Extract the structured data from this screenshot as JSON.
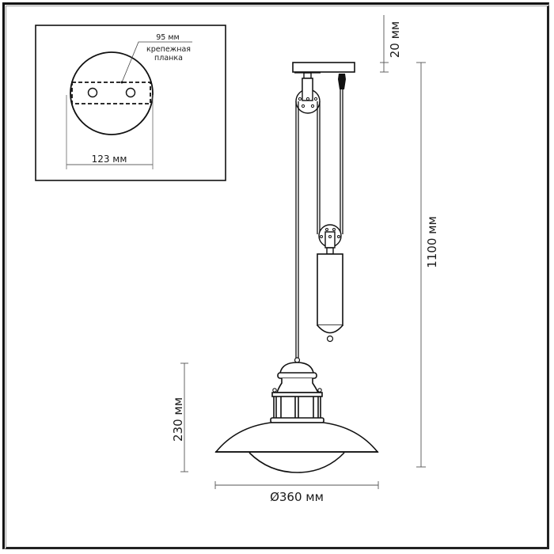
{
  "drawing": {
    "inset": {
      "plate_width_label": "95 мм",
      "plate_name_line1": "крепежная",
      "plate_name_line2": "планка",
      "canopy_diameter_label": "123 мм"
    },
    "dimensions": {
      "canopy_height_label": "20 мм",
      "total_height_label": "1100 мм",
      "shade_height_label": "230 мм",
      "shade_diameter_label": "Ø360 мм"
    }
  },
  "colors": {
    "line": "#111111",
    "dimension_line": "#555555",
    "background": "#ffffff"
  }
}
